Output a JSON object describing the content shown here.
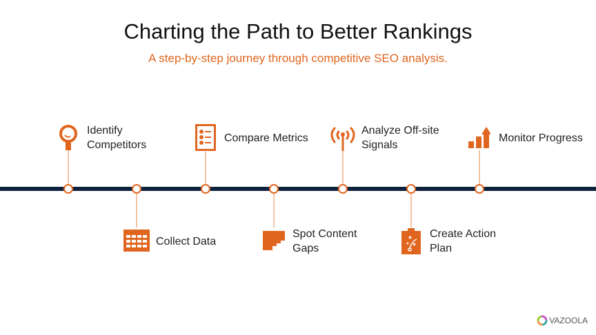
{
  "title": "Charting the Path to Better Rankings",
  "subtitle": "A step-by-step journey through competitive SEO analysis.",
  "steps": [
    {
      "label1": "Identify",
      "label2": "Competitors",
      "icon": "magnifier-icon",
      "position": "top"
    },
    {
      "label1": "Collect Data",
      "label2": "",
      "icon": "table-icon",
      "position": "bottom"
    },
    {
      "label1": "Compare Metrics",
      "label2": "",
      "icon": "checklist-icon",
      "position": "top"
    },
    {
      "label1": "Spot Content",
      "label2": "Gaps",
      "icon": "puzzle-icon",
      "position": "bottom"
    },
    {
      "label1": "Analyze Off-site",
      "label2": "Signals",
      "icon": "antenna-icon",
      "position": "top"
    },
    {
      "label1": "Create Action",
      "label2": "Plan",
      "icon": "clipboard-plan-icon",
      "position": "bottom"
    },
    {
      "label1": "Monitor Progress",
      "label2": "",
      "icon": "growth-chart-icon",
      "position": "top"
    }
  ],
  "logo": "VAZOOLA",
  "colors": {
    "accent": "#e0661f",
    "line": "#0e2240",
    "connector": "#f4c4a6"
  }
}
